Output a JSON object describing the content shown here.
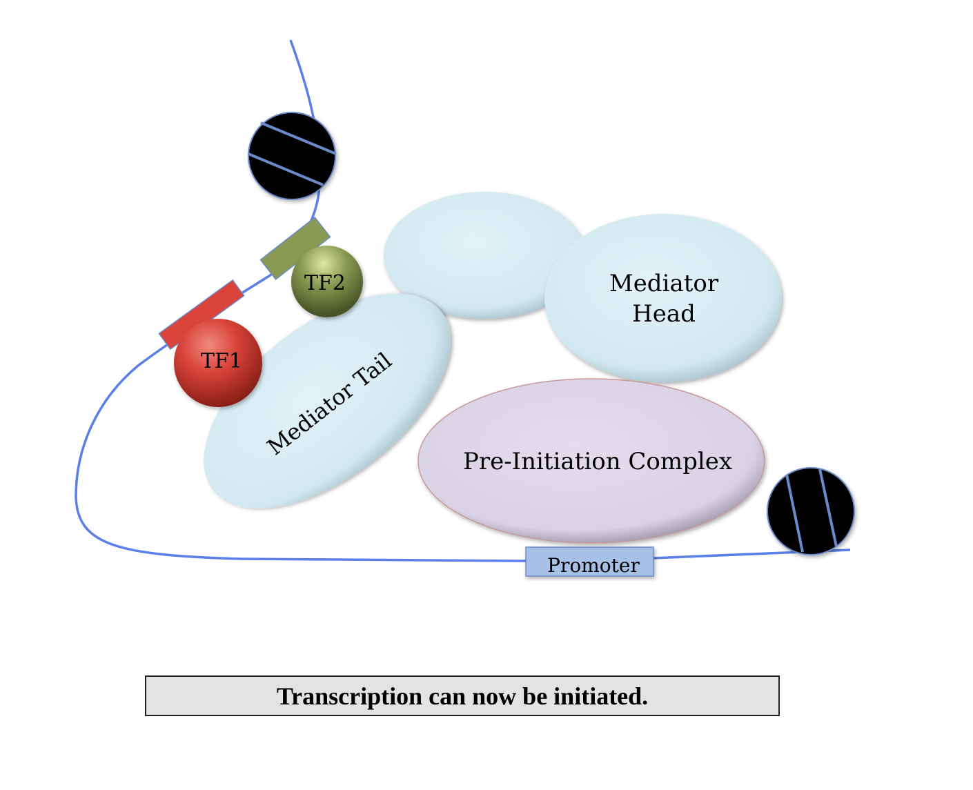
{
  "diagram": {
    "labels": {
      "tf1": "TF1",
      "tf2": "TF2",
      "mediator_tail": "Mediator Tail",
      "mediator_head_line1": "Mediator",
      "mediator_head_line2": "Head",
      "pic": "Pre-Initiation Complex",
      "promoter": "Promoter"
    },
    "caption": "Transcription can now be initiated.",
    "colors": {
      "dna": "#5b7fe8",
      "tf1": "#d9433a",
      "tf2": "#8a9a52",
      "mediator": "#d6ecf3",
      "pic": "#ddd6e8",
      "promoter": "#a7c1e6",
      "nucleosome": "#000000",
      "caption_bg": "#e3e3e3"
    }
  }
}
